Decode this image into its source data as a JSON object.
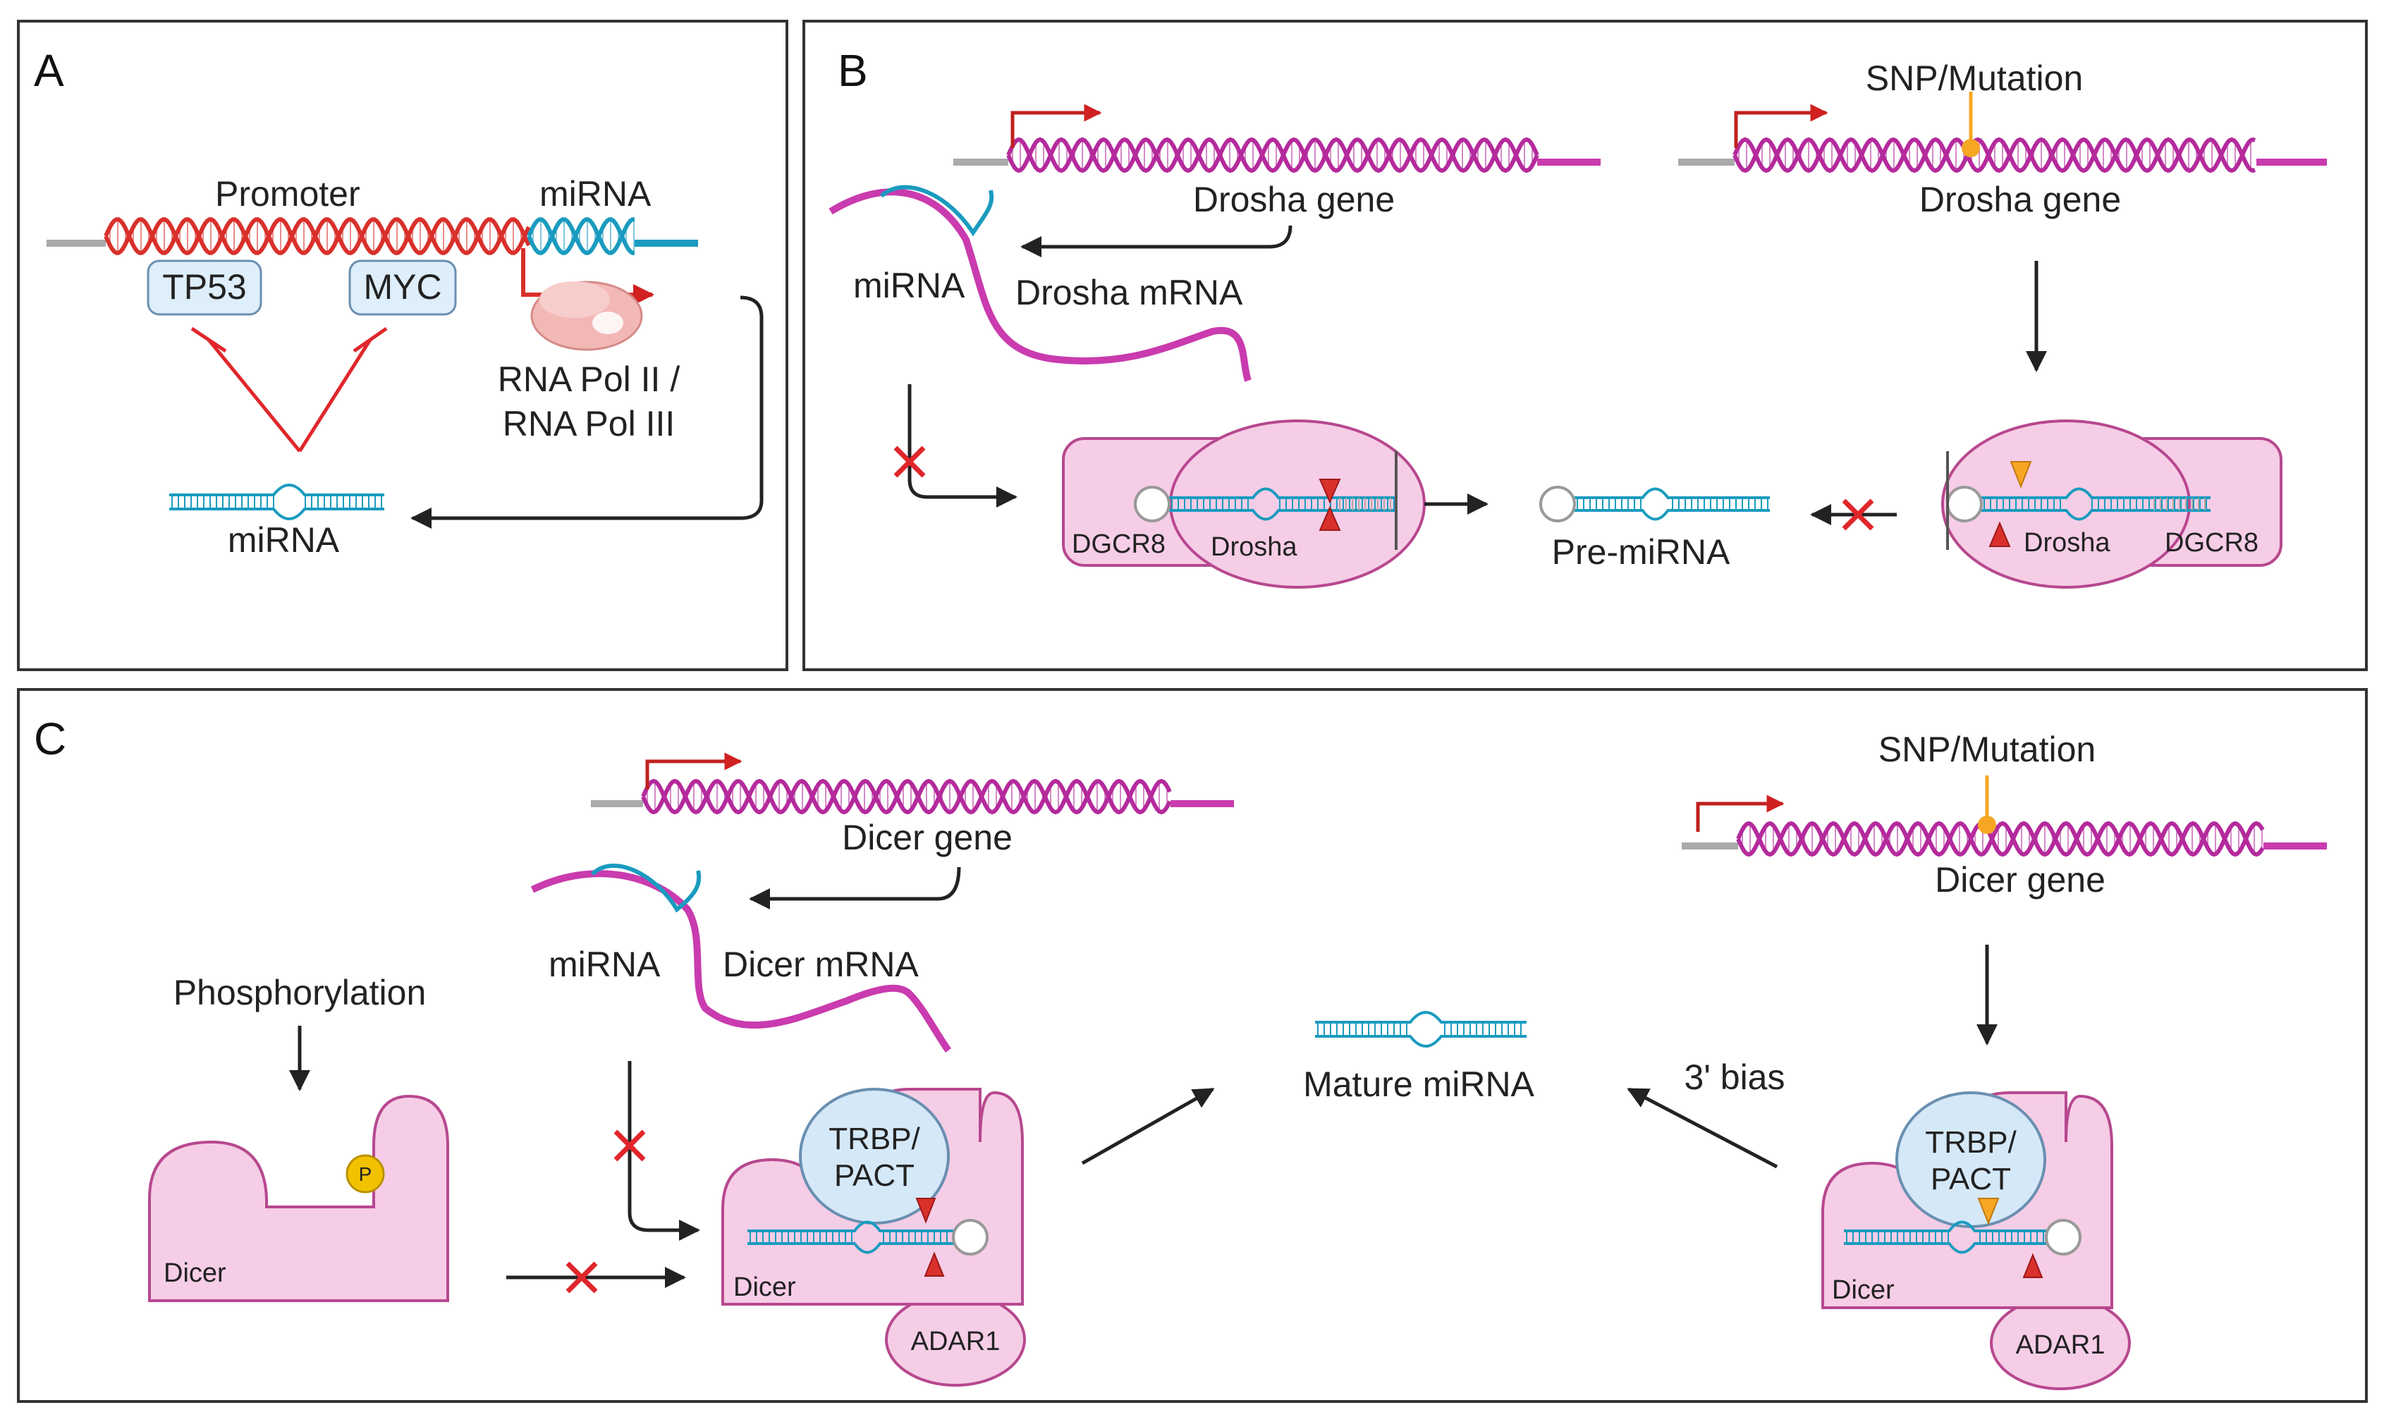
{
  "panels": {
    "a": {
      "letter": "A",
      "promoter_label": "Promoter",
      "mirna_gene_label": "miRNA",
      "tf1": "TP53",
      "tf2": "MYC",
      "polymerase_line1": "RNA Pol II /",
      "polymerase_line2": "RNA Pol III",
      "mirna_product": "miRNA"
    },
    "b": {
      "letter": "B",
      "gene_label_left": "Drosha gene",
      "snp_label": "SNP/Mutation",
      "gene_label_right": "Drosha gene",
      "mirna_label": "miRNA",
      "mrna_label": "Drosha mRNA",
      "dgcr8_left": "DGCR8",
      "drosha_left": "Drosha",
      "pre_mirna": "Pre-miRNA",
      "drosha_right": "Drosha",
      "dgcr8_right": "DGCR8"
    },
    "c": {
      "letter": "C",
      "gene_label_left": "Dicer gene",
      "snp_label": "SNP/Mutation",
      "gene_label_right": "Dicer gene",
      "mirna_label": "miRNA",
      "mrna_label": "Dicer mRNA",
      "phosphorylation": "Phosphorylation",
      "phospho_mark": "P",
      "dicer_alone": "Dicer",
      "trbp_left_line1": "TRBP/",
      "trbp_left_line2": "PACT",
      "dicer_left": "Dicer",
      "adar_left": "ADAR1",
      "mature_mirna": "Mature miRNA",
      "bias": "3' bias",
      "trbp_right_line1": "TRBP/",
      "trbp_right_line2": "PACT",
      "dicer_right": "Dicer",
      "adar_right": "ADAR1"
    }
  },
  "colors": {
    "promoter_dna": "#d9302b",
    "mirna_teal": "#1a9bbf",
    "gene_magenta": "#b42a9c",
    "protein_pink": "#f6cde6",
    "protein_outline": "#b7488f",
    "tf_box": "#deeefa",
    "inhibit_red": "#e0262b",
    "snp_orange": "#f6a623",
    "phospho_yellow": "#f2c200"
  }
}
